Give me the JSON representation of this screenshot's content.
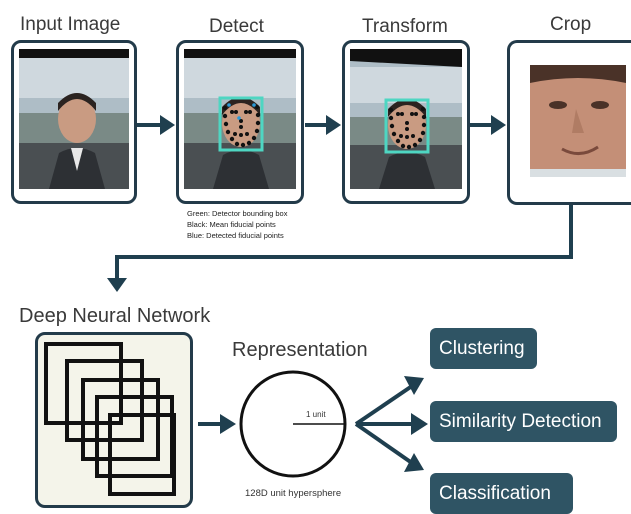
{
  "stages": {
    "input": "Input Image",
    "detect": "Detect",
    "transform": "Transform",
    "crop": "Crop"
  },
  "legend": {
    "green": "Green: Detector bounding box",
    "black": "Black: Mean fiducial points",
    "blue": "Blue: Detected fiducial points"
  },
  "network": {
    "title": "Deep Neural Network"
  },
  "representation": {
    "title": "Representation",
    "radius_label": "1 unit",
    "caption": "128D unit hypersphere"
  },
  "outputs": [
    "Clustering",
    "Similarity Detection",
    "Classification"
  ],
  "colors": {
    "border": "#233b4a",
    "arrow": "#1f3f4f",
    "pill": "#2f5464",
    "bbox": "#4ed6c2",
    "fiducial_blue": "#2b9ad8"
  }
}
